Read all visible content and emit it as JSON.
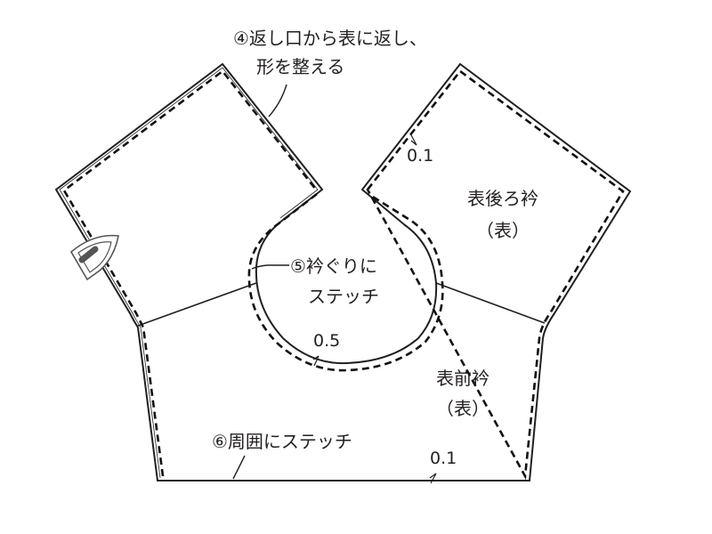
{
  "diagram": {
    "type": "sewing-instruction",
    "subject": "collar (衿) finishing steps",
    "colors": {
      "line": "#231f20",
      "iron_fill": "#555555",
      "iron_outline": "#555555",
      "background": "#ffffff"
    },
    "steps": [
      {
        "number": "④",
        "line1": "④返し口から表に返し、",
        "line2": "形を整える"
      },
      {
        "number": "⑤",
        "line1": "⑤衿ぐりに",
        "line2": "ステッチ"
      },
      {
        "number": "⑥",
        "text": "⑥周囲にステッチ"
      }
    ],
    "pieces": [
      {
        "name_line1": "表後ろ衿",
        "name_line2": "（表）"
      },
      {
        "name_line1": "表前衿",
        "name_line2": "（表）"
      }
    ],
    "measurements": {
      "back_edge_stitch": "0.1",
      "neckline_stitch": "0.5",
      "perimeter_stitch": "0.1"
    },
    "icons": [
      "iron-icon"
    ]
  }
}
